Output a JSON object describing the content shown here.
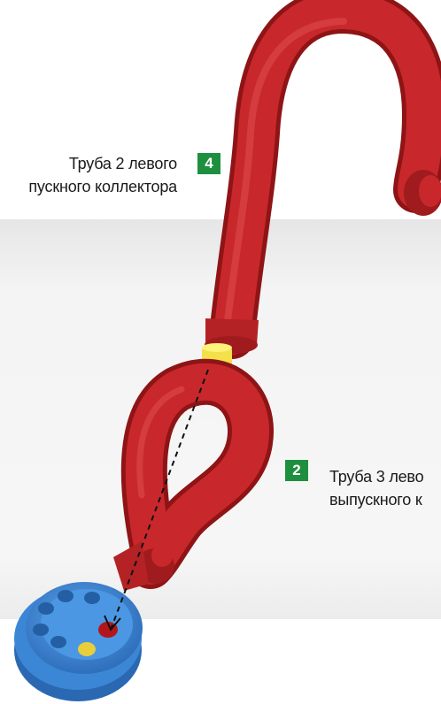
{
  "callouts": [
    {
      "number": "4",
      "line1": "Труба 2 левого",
      "line2": "пускного коллектора"
    },
    {
      "number": "2",
      "line1": "Труба 3 лево",
      "line2": "выпускного к"
    }
  ],
  "colors": {
    "pipe_red": "#c8282b",
    "pipe_shadow": "#8e1416",
    "connector_yellow": "#f3e04a",
    "flange_blue": "#3b87d6",
    "badge_green": "#1e8f3e"
  }
}
